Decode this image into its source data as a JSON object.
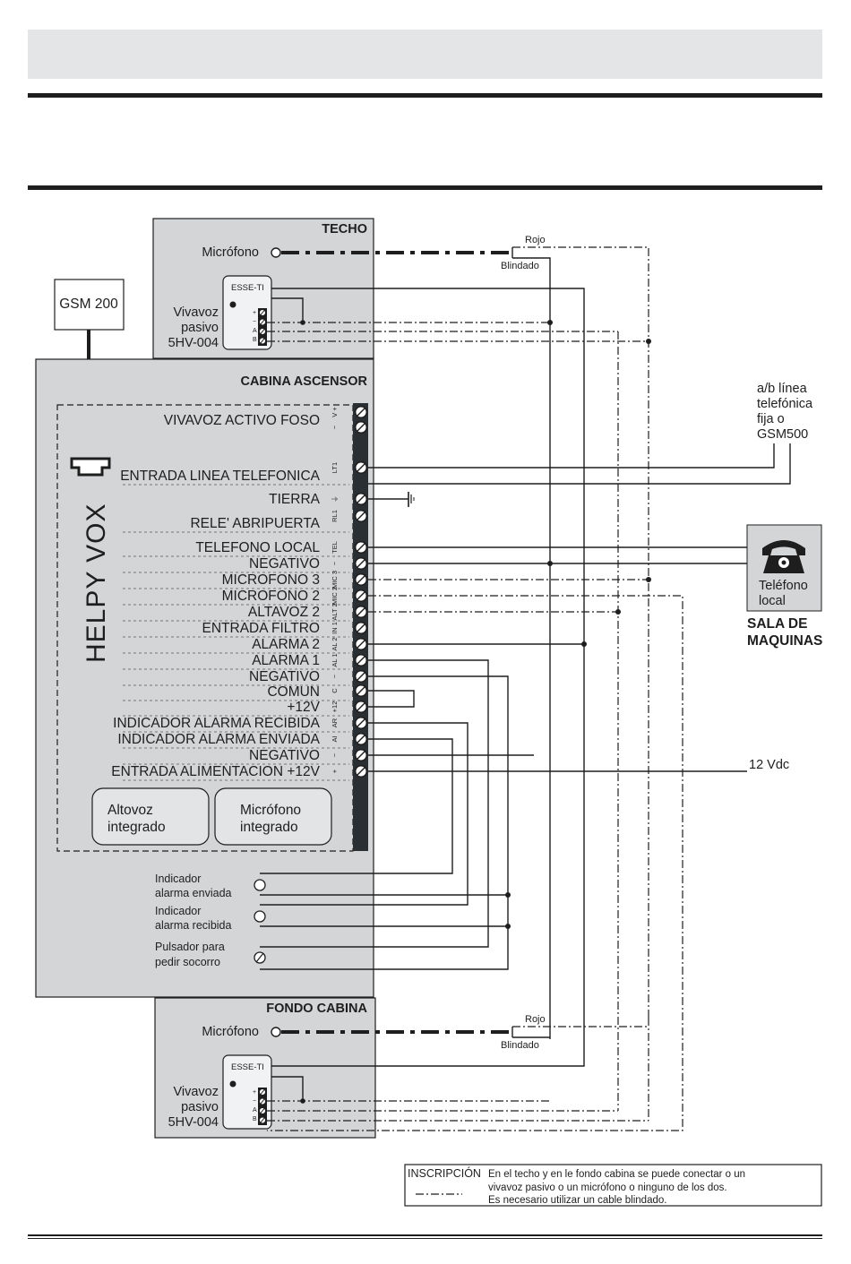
{
  "techo": {
    "title": "TECHO",
    "microfono": "Micrófono",
    "rojo": "Rojo",
    "blindado": "Blindado",
    "esse_ti": "ESSE-TI",
    "vivavoz": [
      "Vivavoz",
      "pasivo",
      "5HV-004"
    ],
    "pins": [
      "+",
      "−",
      "A",
      "B"
    ]
  },
  "gsm200": "GSM 200",
  "cabina": {
    "title": "CABINA ASCENSOR",
    "helpy": "HELPY VOX",
    "terminals": [
      {
        "label": "VIVAVOZ ACTIVO FOSO",
        "code": "V +"
      },
      {
        "label": "",
        "code": "−"
      },
      {
        "label": "ENTRADA LINEA TELEFONICA",
        "code": "LT1"
      },
      {
        "label": "TIERRA",
        "code": "⏚"
      },
      {
        "label": "RELE' ABRIPUERTA",
        "code": "RL1"
      },
      {
        "label": "TELEFONO LOCAL",
        "code": "TEL"
      },
      {
        "label": "NEGATIVO",
        "code": "−"
      },
      {
        "label": "MICROFONO 3",
        "code": "MIC 3"
      },
      {
        "label": "MICROFONO 2",
        "code": "MIC 2"
      },
      {
        "label": "ALTAVOZ 2",
        "code": "ALT 2"
      },
      {
        "label": "ENTRADA FILTRO",
        "code": "IN 1"
      },
      {
        "label": "ALARMA 2",
        "code": "AL 2"
      },
      {
        "label": "ALARMA 1",
        "code": "AL 1"
      },
      {
        "label": "NEGATIVO",
        "code": "−"
      },
      {
        "label": "COMUN",
        "code": "C"
      },
      {
        "label": "+12V",
        "code": "+12"
      },
      {
        "label": "INDICADOR ALARMA RECIBIDA",
        "code": "AR"
      },
      {
        "label": "INDICADOR ALARMA ENVIADA",
        "code": "AI"
      },
      {
        "label": "NEGATIVO",
        "code": "−"
      },
      {
        "label": "ENTRADA ALIMENTACION +12V",
        "code": "+"
      }
    ],
    "altovoz": [
      "Altovoz",
      "integrado"
    ],
    "microfono_int": [
      "Micrófono",
      "integrado"
    ],
    "indicador_enviada": [
      "Indicador",
      "alarma enviada"
    ],
    "indicador_recibida": [
      "Indicador",
      "alarma recibida"
    ],
    "pulsador": [
      "Pulsador para",
      "pedir socorro"
    ]
  },
  "linea": [
    "a/b línea",
    "telefónica",
    "fija o",
    "GSM500"
  ],
  "telefono_local": [
    "Teléfono",
    "local"
  ],
  "sala": [
    "SALA DE",
    "MAQUINAS"
  ],
  "vdc": "12 Vdc",
  "fondo": {
    "title": "FONDO CABINA",
    "microfono": "Micrófono",
    "rojo": "Rojo",
    "blindado": "Blindado",
    "esse_ti": "ESSE-TI",
    "vivavoz": [
      "Vivavoz",
      "pasivo",
      "5HV-004"
    ],
    "pins": [
      "+",
      "−",
      "A",
      "B"
    ]
  },
  "inscripcion": {
    "title": "INSCRIPCIÓN",
    "lines": [
      "En el techo y en le fondo cabina se puede conectar o un",
      "vivavoz pasivo o un micrófono o ninguno de los dos.",
      "Es necesario utilizar un cable blindado."
    ]
  },
  "colors": {
    "panel": "#d4d5d7",
    "line": "#1e1e1e",
    "strip": "#2a2f34"
  }
}
